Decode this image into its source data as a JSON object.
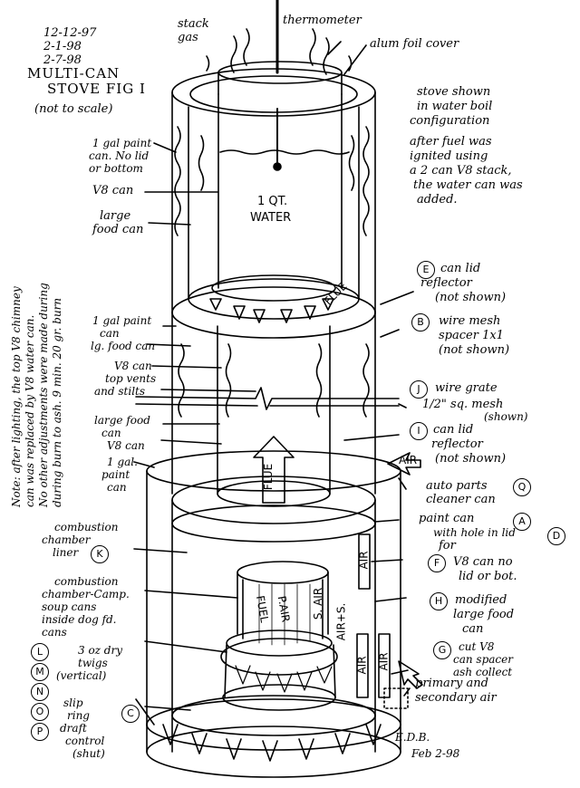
{
  "header": {
    "dates": [
      "12-12-97",
      "2-1-98",
      "2-7-98"
    ],
    "title_line1": "MULTI-CAN",
    "title_line2": "STOVE FIG I",
    "subtitle": "(not to scale)"
  },
  "top_labels": {
    "stack_gas": [
      "stack",
      "gas"
    ],
    "thermometer": "thermometer",
    "foil": "alum foil cover"
  },
  "right_notes": {
    "config": [
      "stove shown",
      "in water boil",
      "configuration"
    ],
    "fuel": [
      "after fuel was",
      "ignited using",
      "a 2 can V8 stack,",
      "the water can was",
      "added."
    ]
  },
  "left_labels": {
    "paint_can": [
      "1 gal paint",
      "can. No lid",
      "or bottom"
    ],
    "v8_can": "V8 can",
    "large_food": [
      "large",
      "food can"
    ],
    "lower_paint": [
      "1 gal paint",
      "can"
    ],
    "lg_food": "lg. food can",
    "v8_can2": "V8 can",
    "top_vents": [
      "top vents",
      "and stilts"
    ],
    "large_food2": [
      "large food",
      "can"
    ],
    "v8_can3": "V8 can",
    "gal_paint": [
      "1 gal.",
      "paint",
      "can"
    ],
    "combustion_liner": [
      "combustion",
      "chamber",
      "liner"
    ],
    "chamber_camp": [
      "combustion",
      "chamber-Camp.",
      "soup cans",
      "inside dog fd.",
      "cans"
    ],
    "twigs": [
      "3 oz dry",
      "twigs",
      "(vertical)"
    ],
    "slip_ring": [
      "slip",
      "ring",
      "draft",
      "control",
      "(shut)"
    ]
  },
  "side_note": [
    "Note: after lighting, the top V8 chimney",
    "can was replaced by V8 water can.",
    "No other adjustments were made during",
    "during burn to ash. 9 min. 20 gr. burn"
  ],
  "vessel_text": {
    "water": [
      "1 QT.",
      "WATER"
    ],
    "flue": "FLUE",
    "fuel": "FUEL",
    "pair": "P.AIR",
    "sair": "S. AIR",
    "airs": "AIR+S.",
    "air": "AIR"
  },
  "right_labels": {
    "e": [
      "can lid",
      "reflector",
      "(not shown)"
    ],
    "b": [
      "wire mesh",
      "spacer 1x1",
      "(not shown)"
    ],
    "j": [
      "wire grate",
      "1/2\" sq. mesh",
      "(shown)"
    ],
    "i": [
      "can lid",
      "reflector",
      "(not shown)"
    ],
    "air": "AIR",
    "q": [
      "auto parts",
      "cleaner can"
    ],
    "a": [
      "paint can",
      "with hole in lid",
      "for"
    ],
    "f": [
      "V8 can no",
      "lid or bot."
    ],
    "h": [
      "modified",
      "large food",
      "can"
    ],
    "g": [
      "cut V8",
      "can spacer",
      "ash collect"
    ],
    "primary": [
      "primary and",
      "secondary air"
    ]
  },
  "markers": {
    "e": "E",
    "b": "B",
    "j": "J",
    "i": "I",
    "q": "Q",
    "a": "A",
    "d": "D",
    "f": "F",
    "h": "H",
    "g": "G",
    "k": "K",
    "c": "C",
    "l": "L",
    "m": "M",
    "n": "N",
    "o": "O",
    "p": "P"
  },
  "signature": [
    "E.D.B.",
    "Feb 2-98"
  ]
}
